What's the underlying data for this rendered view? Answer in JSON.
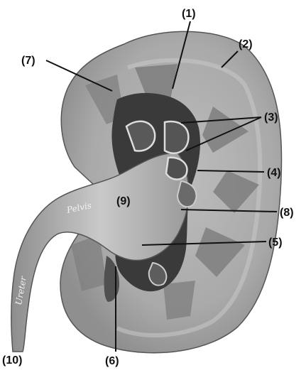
{
  "figure": {
    "colors": {
      "cortex": "#a9a9a9",
      "cortex_light": "#c4c4c4",
      "medulla": "#777777",
      "sinus": "#3a3a3a",
      "pelvis": "#b8b8b8",
      "ink": "#111111"
    },
    "labels": {
      "l1": "(1)",
      "l2": "(2)",
      "l3": "(3)",
      "l4": "(4)",
      "l5": "(5)",
      "l6": "(6)",
      "l7": "(7)",
      "l8": "(8)",
      "l9": "(9)",
      "l10": "(10)"
    },
    "etched_text": {
      "pelvis": "Pelvis",
      "ureter": "Ureter"
    }
  }
}
